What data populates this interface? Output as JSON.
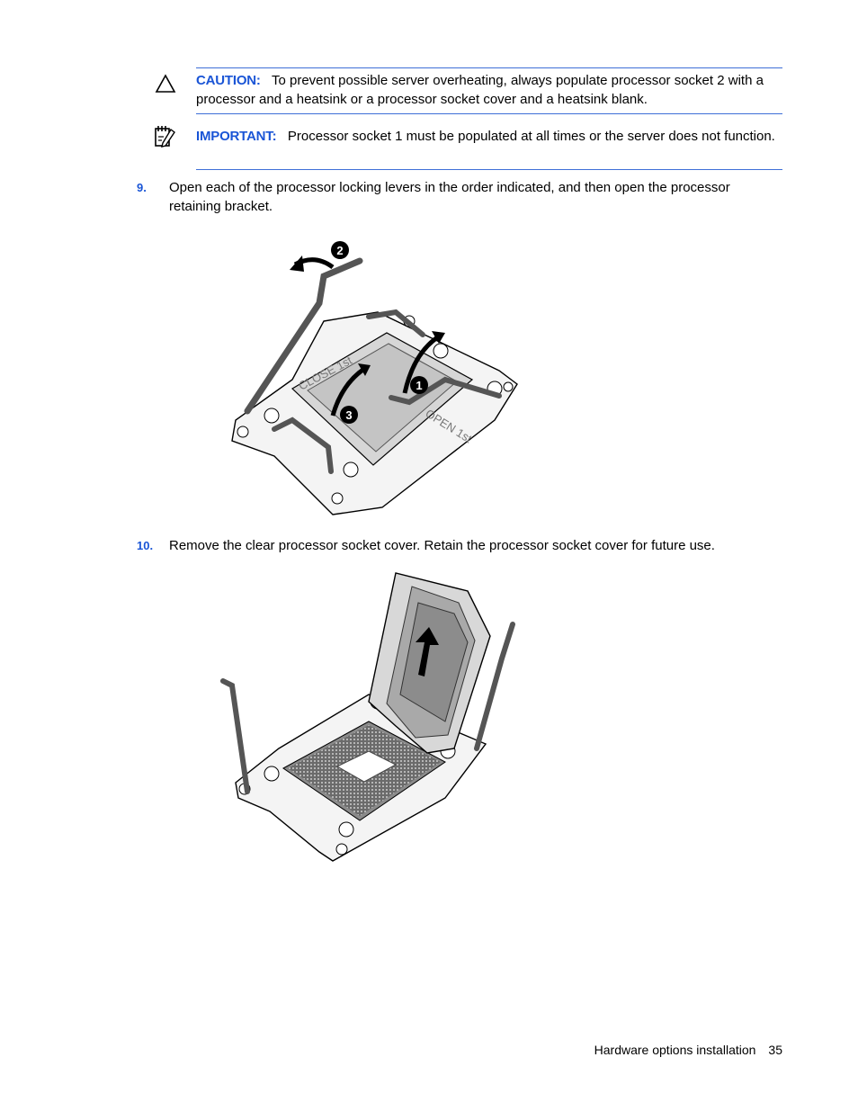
{
  "caution": {
    "label": "CAUTION:",
    "text": "To prevent possible server overheating, always populate processor socket 2 with a processor and a heatsink or a processor socket cover and a heatsink blank.",
    "icon": "warning-triangle-icon"
  },
  "important": {
    "label": "IMPORTANT:",
    "text": "Processor socket 1 must be populated at all times or the server does not function.",
    "icon": "important-note-icon"
  },
  "steps": [
    {
      "number": "9.",
      "text": "Open each of the processor locking levers in the order indicated, and then open the processor retaining bracket.",
      "figure_callouts": [
        "1",
        "2",
        "3"
      ],
      "figure_socket_labels": [
        "CLOSE 1st",
        "OPEN 1st"
      ]
    },
    {
      "number": "10.",
      "text": "Remove the clear processor socket cover. Retain the processor socket cover for future use."
    }
  ],
  "footer": {
    "section": "Hardware options installation",
    "page": "35"
  },
  "colors": {
    "accent_blue": "#1a55d6",
    "rule_blue": "#3e6fd8"
  }
}
